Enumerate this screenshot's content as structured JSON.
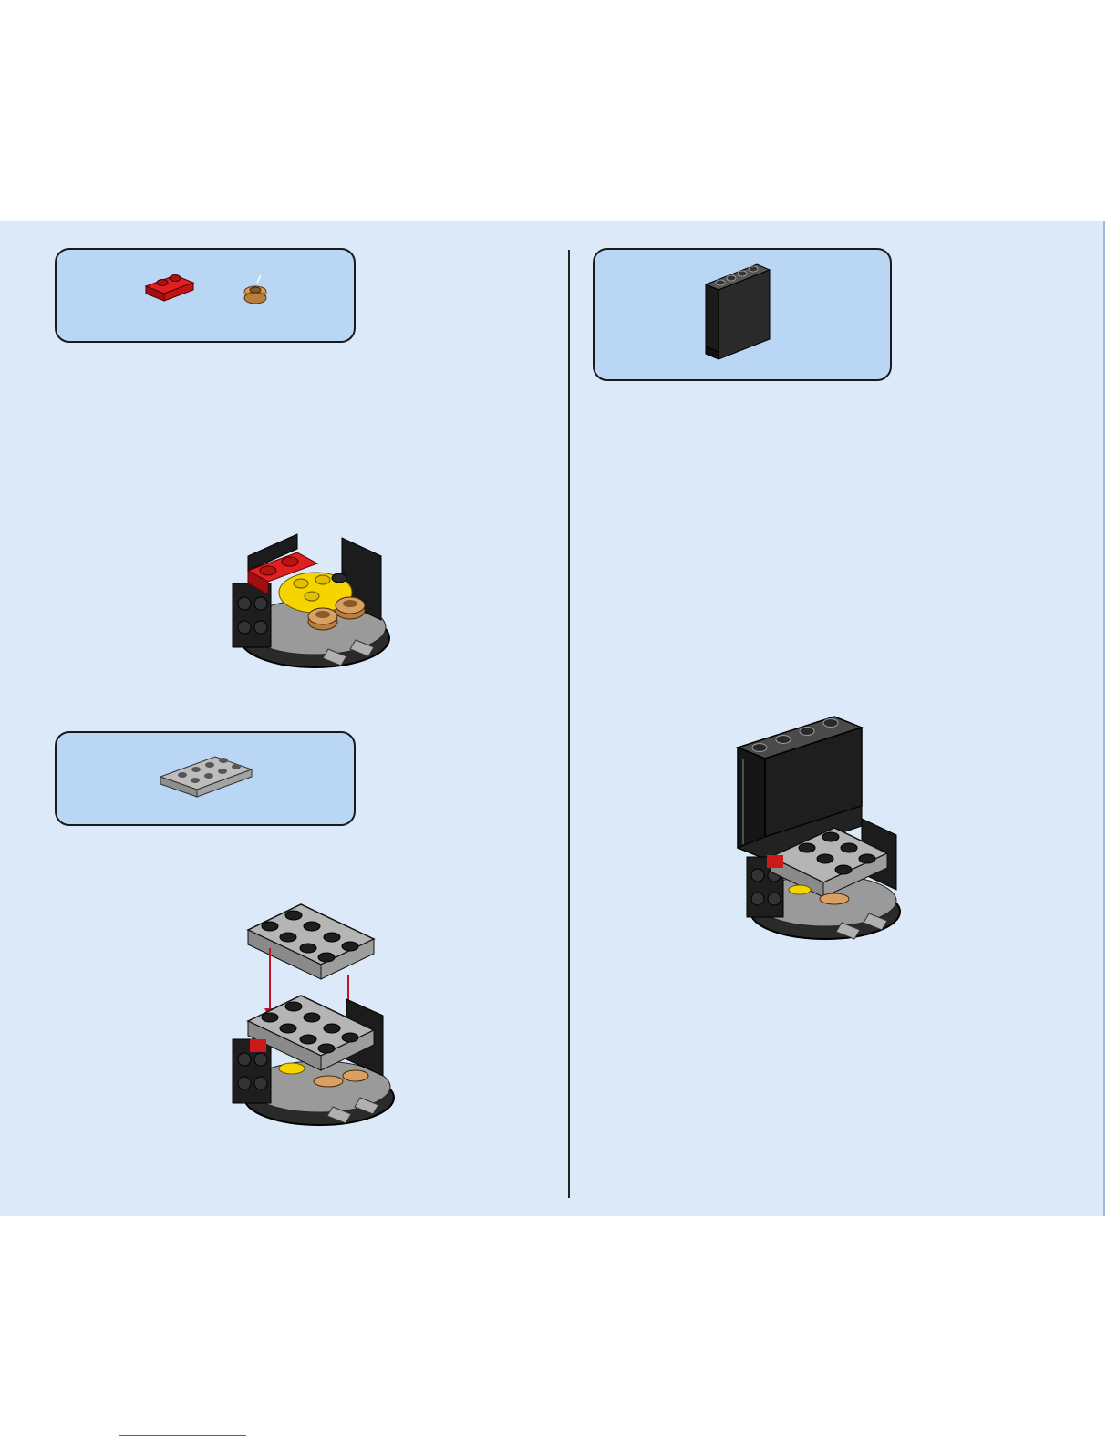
{
  "page": {
    "background": "#ffffff",
    "band_color": "#dce9f8",
    "callout_color": "#b9d6f4"
  },
  "steps": [
    {
      "parts": [
        "red-plate-1x2",
        "tan-round-plate-1x1"
      ],
      "model": "turntable-base-with-red-and-tan-parts"
    },
    {
      "parts": [
        "gray-plate-2x4"
      ],
      "model": "gray-plate-placed-on-base"
    },
    {
      "parts": [
        "black-panel-1x4"
      ],
      "model": "black-panel-added-on-top"
    }
  ],
  "colors": {
    "black": "#1c1c1c",
    "red": "#cc1a1a",
    "yellow": "#f5d400",
    "tan": "#d9a066",
    "light_gray": "#a8a8a8",
    "arrow": "#c0152a"
  }
}
